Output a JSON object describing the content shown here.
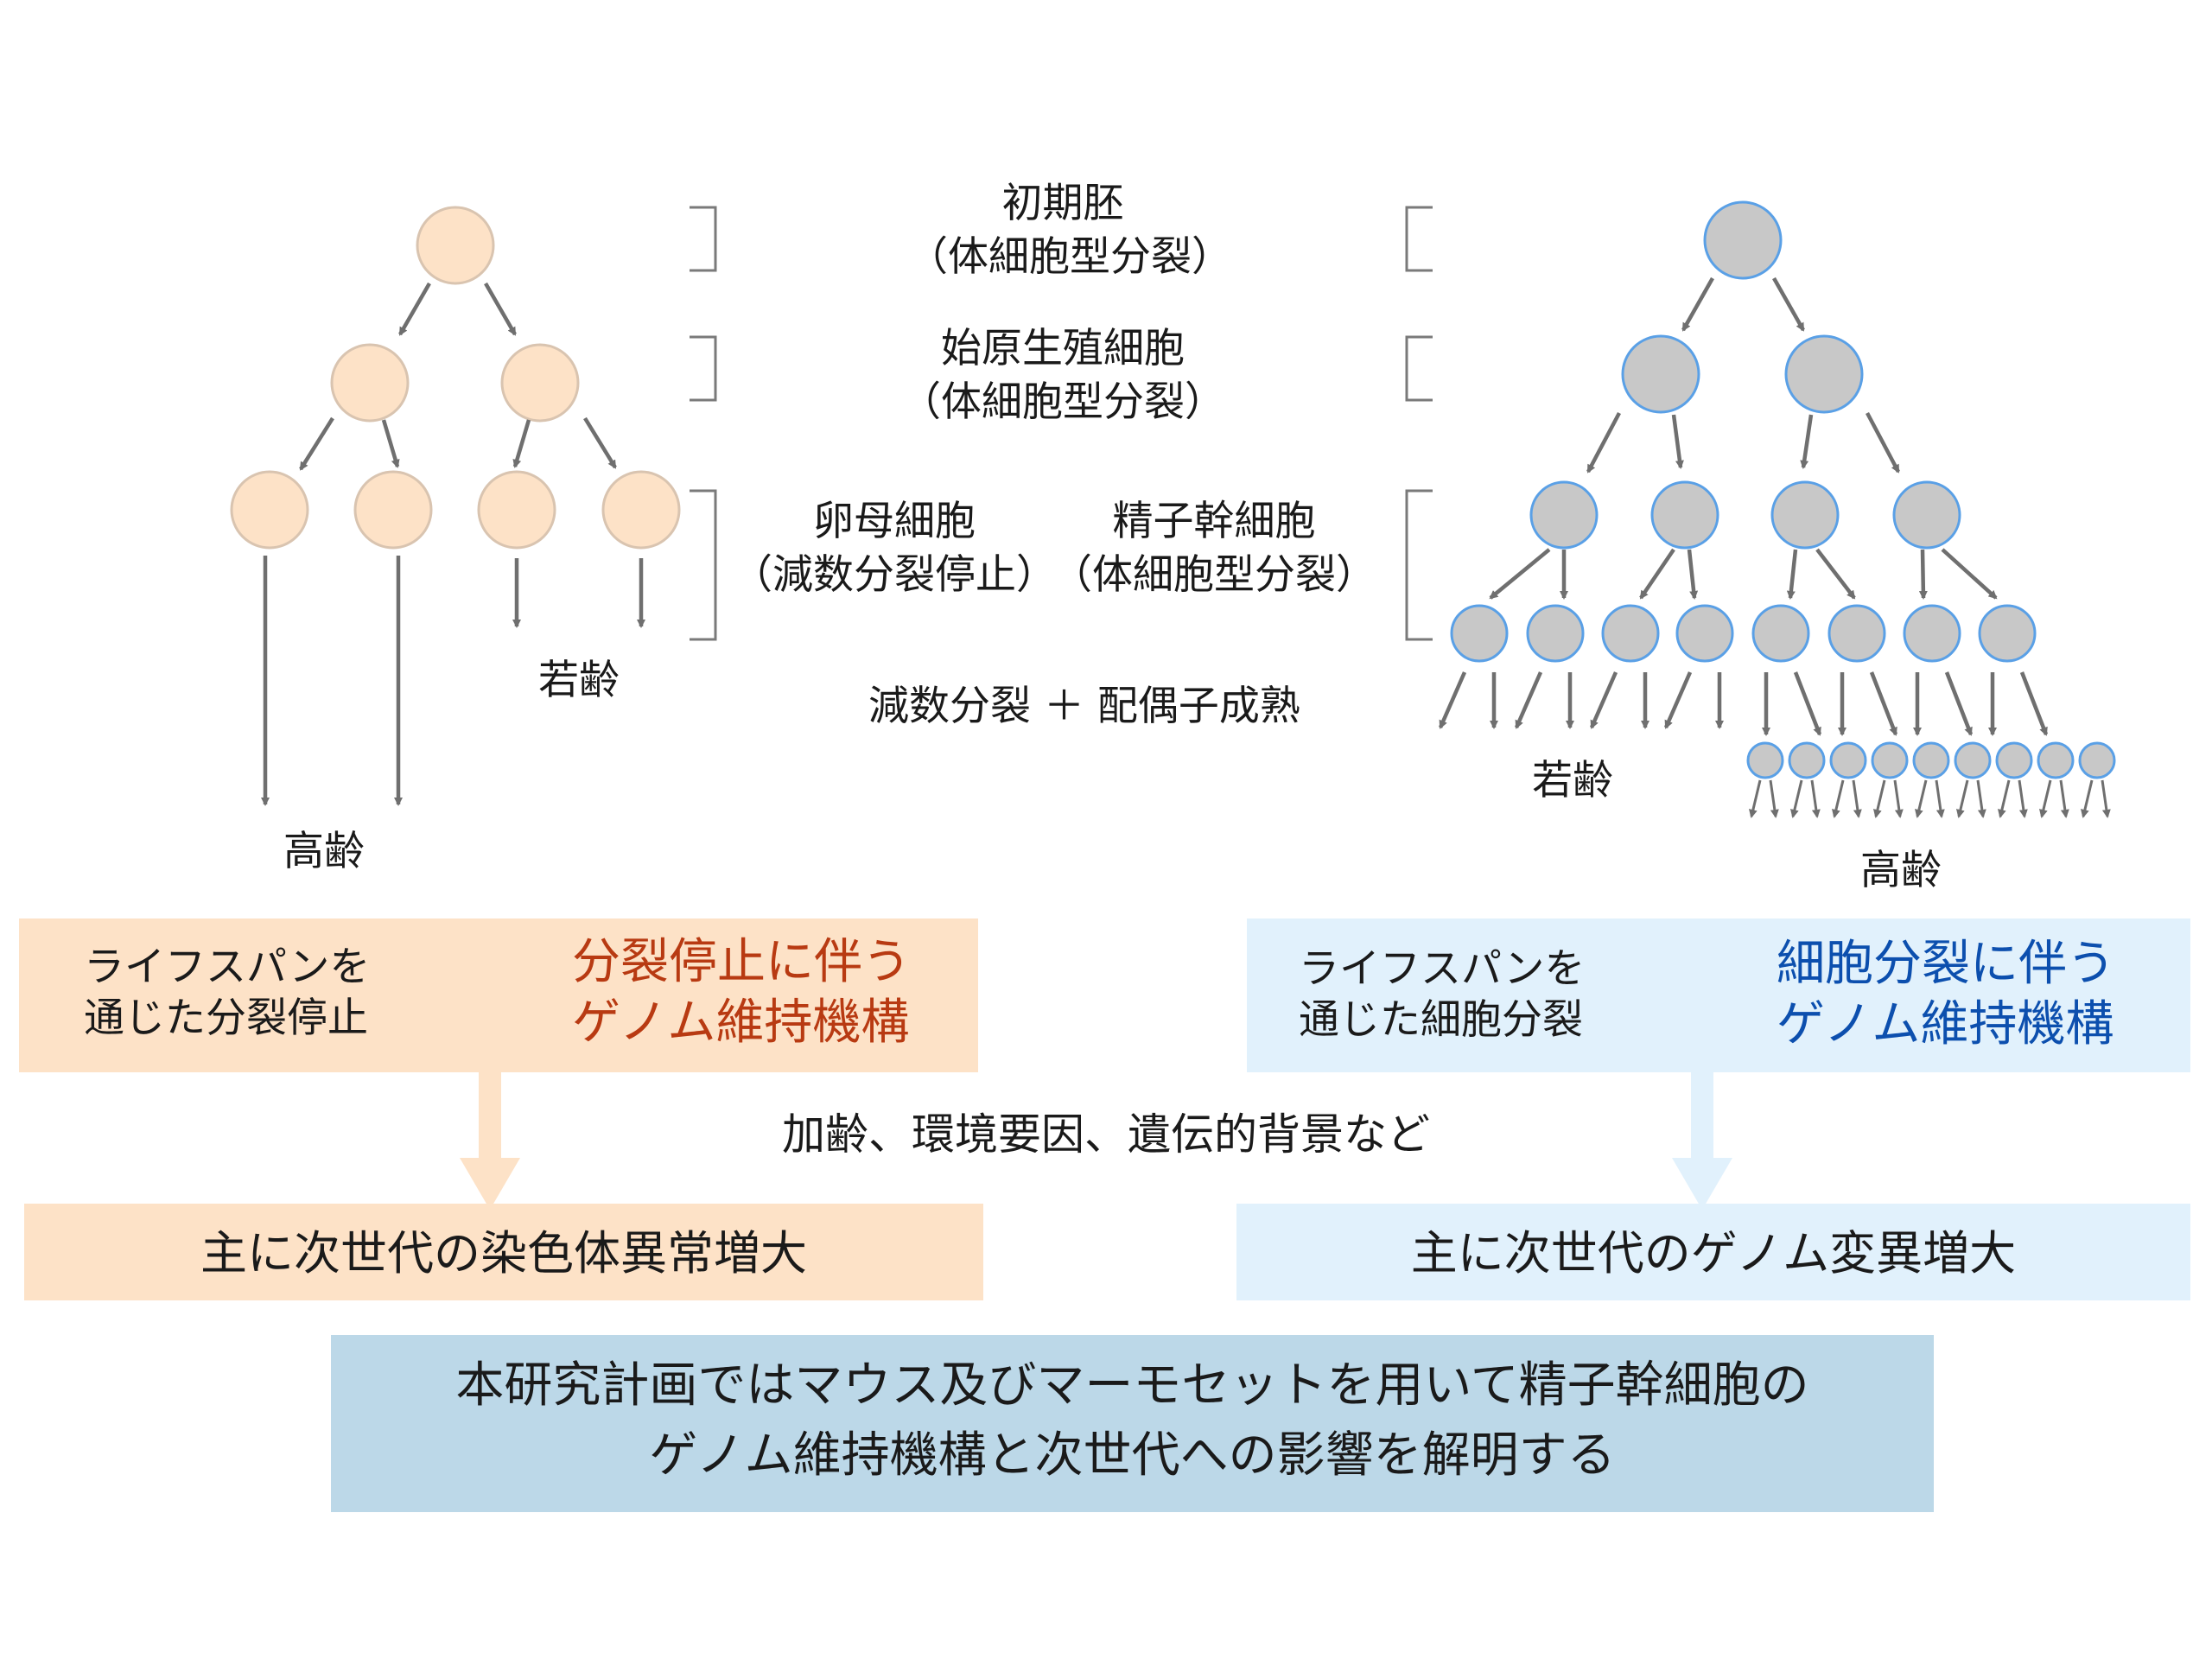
{
  "stages": {
    "early_embryo": "初期胚",
    "early_embryo_division": "（体細胞型分裂）",
    "pgc": "始原生殖細胞",
    "pgc_division": "（体細胞型分裂）",
    "oocyte": "卵母細胞",
    "oocyte_division": "（減数分裂停止）",
    "ssc": "精子幹細胞",
    "ssc_division": "（体細胞型分裂）",
    "meiosis": "減数分裂 ＋ 配偶子成熟"
  },
  "female_tree": {
    "label_young": "若齢",
    "label_old": "高齢"
  },
  "male_tree": {
    "label_young": "若齢",
    "label_old": "高齢"
  },
  "female_mechanism": {
    "cause": "ライフスパンを\n通じた分裂停止",
    "result": "分裂停止に伴う\nゲノム維持機構"
  },
  "male_mechanism": {
    "cause": "ライフスパンを\n通じた細胞分裂",
    "result": "細胞分裂に伴う\nゲノム維持機構"
  },
  "factors": "加齢、環境要因、遺伝的背景など",
  "female_outcome": "主に次世代の染色体異常増大",
  "male_outcome": "主に次世代のゲノム変異増大",
  "conclusion": "本研究計画ではマウス及びマーモセットを用いて精子幹細胞の\nゲノム維持機構と次世代への影響を解明する",
  "colors": {
    "female_cell": "#fde2c7",
    "female_cell_stroke": "#d9c4b0",
    "male_cell": "#c8c8c8",
    "male_cell_stroke": "#5aa0e6",
    "arrow_gray": "#6f6f6f",
    "female_box": "#fde2c7",
    "female_accent": "#b83a12",
    "male_box": "#e1f1fc",
    "male_accent": "#0c4fae",
    "conclusion_box": "#bcd8e8"
  }
}
